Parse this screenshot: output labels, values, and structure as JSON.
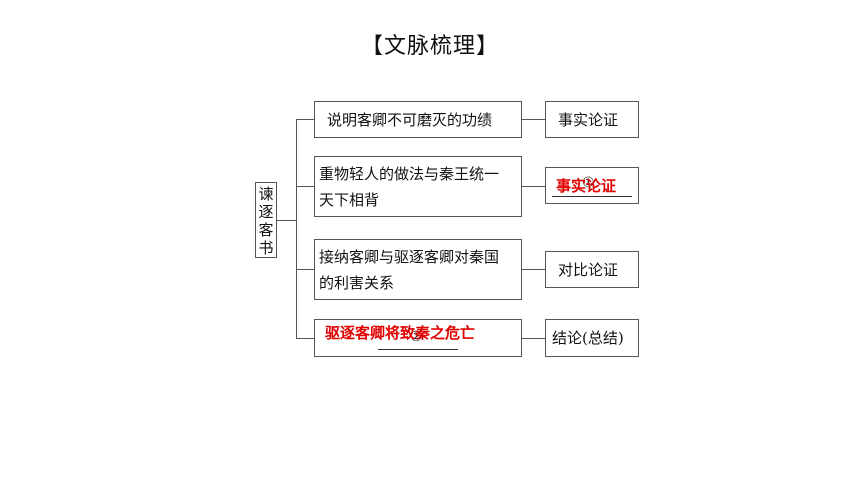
{
  "title": "【文脉梳理】",
  "root": [
    "谏",
    "逐",
    "客",
    "书"
  ],
  "rows": [
    {
      "content": "说明客卿不可磨灭的功绩",
      "method": "事实论证"
    },
    {
      "content_line1": "重物轻人的做法与秦王统一",
      "content_line2": "天下相背",
      "method_answer": "事实论证",
      "method_marker": "①"
    },
    {
      "content_line1": "接纳客卿与驱逐客卿对秦国",
      "content_line2": "的利害关系",
      "method": "对比论证"
    },
    {
      "content_answer": "驱逐客卿将致秦之危亡",
      "content_marker": "②",
      "method": "结论(总结)"
    }
  ]
}
